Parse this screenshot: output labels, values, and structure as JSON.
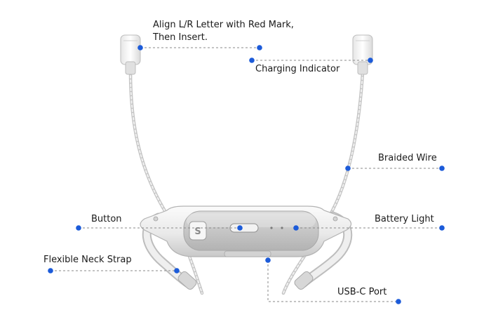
{
  "labels": {
    "align_line1": "Align L/R Letter with Red Mark,",
    "align_line2": "Then Insert.",
    "charging_indicator": "Charging Indicator",
    "braided_wire": "Braided Wire",
    "button": "Button",
    "battery_light": "Battery Light",
    "flexible_neck_strap": "Flexible Neck Strap",
    "usb_c_port": "USB-C Port"
  },
  "device": {
    "logo_glyph": "S"
  },
  "colors": {
    "marker_dot": "#1c5bd9",
    "leader_line": "#8a8a8a"
  }
}
